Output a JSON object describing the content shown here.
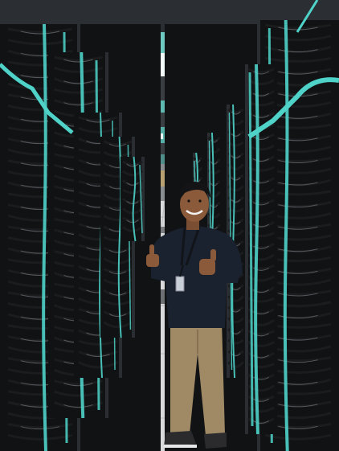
{
  "scene": {
    "description_tag": "",
    "colors": {
      "ceiling_panel": "#6fc9c0",
      "ceiling_light": "#f4fbfb",
      "rack_frame": "#2a2d31",
      "rack_dark": "#101214",
      "cable_cyan": "#4fd3c9",
      "cable_black": "#1b1c1e",
      "floor_tile": "#d9dadb",
      "floor_line": "#b9bbbd",
      "grate": "#6d7073",
      "shirt": "#1a2230",
      "pants": "#a08a66",
      "skin": "#8a5a3a",
      "hair": "#141416",
      "lanyard": "#111418",
      "shoe": "#2b2b2e",
      "shoe_sole": "#e7e7e7"
    },
    "icons": [
      "person",
      "server-rack",
      "ceiling-light",
      "floor-grate"
    ]
  }
}
